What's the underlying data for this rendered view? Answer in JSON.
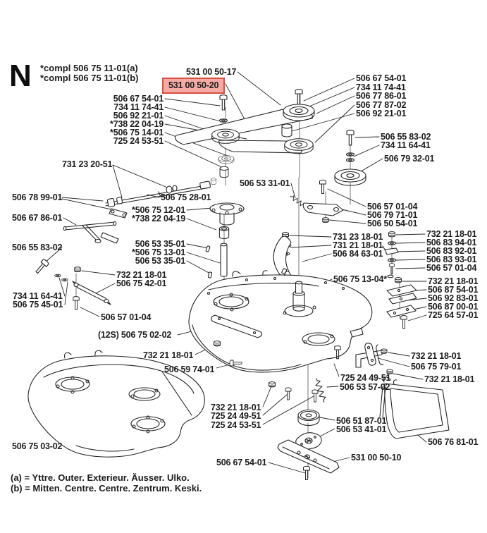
{
  "page": {
    "section_letter": "N",
    "assembly_notes": [
      "*compl 506 75 11-01(a)",
      "*compl 506 75 11-01(b)"
    ],
    "footnotes": {
      "a": "(a) =  Yttre. Outer. Exterieur. Äusser. Ulko.",
      "b": "(b) =  Mitten. Centre. Centre. Zentrum. Keski."
    },
    "highlight_fill": "#f4aba5",
    "highlight_border": "#d94f43"
  },
  "part_labels": [
    "531 00 50-17",
    "531 00 50-20",
    "506 67 54-01",
    "734 11 74-41",
    "506 92 21-01",
    "*738 22 04-19",
    "*506 75 14-01",
    "725 24 53-51",
    "506 67 54-01",
    "734 11 74-41",
    "506 77 86-01",
    "506 77 87-02",
    "506 92 21-01",
    "506 55 83-02",
    "734 11 64-41",
    "506 79 32-01",
    "731 23 20-51",
    "506 78 99-01",
    "506 75 28-01",
    "*506 75 12-01",
    "*738 22 04-19",
    "506 67 86-01",
    "506 53 31-01",
    "506 57 01-04",
    "506 79 71-01",
    "506 50 54-01",
    "506 55 83-02",
    "506 53 35-01",
    "*506 75 13-01",
    "506 53 35-01",
    "731 23 18-01",
    "731 21 18-01",
    "506 84 63-01",
    "732 21 18-01",
    "506 83 94-01",
    "506 83 92-01",
    "506 83 93-01",
    "506 57 01-04",
    "732 21 18-01",
    "506 75 42-01",
    "506 75 13-04*",
    "732 21 18-01",
    "506 87 54-01",
    "506 92 83-01",
    "506 87 00-01",
    "725 64 57-01",
    "734 11 64-41",
    "506 75 45-01",
    "506 57 01-04",
    "(12S) 506 75 02-02",
    "732 21 18-01",
    "506 59 74-01",
    "732 21 18-01",
    "506 75 79-01",
    "725 24 49-51",
    "506 53 57-02",
    "732 21 18-01",
    "732 21 18-01",
    "725 24 49-51",
    "725 24 53-51",
    "506 51 87-01",
    "506 53 41-01",
    "506 76 81-01",
    "531 00 50-10",
    "506 75 03-02",
    "506 67 54-01"
  ]
}
